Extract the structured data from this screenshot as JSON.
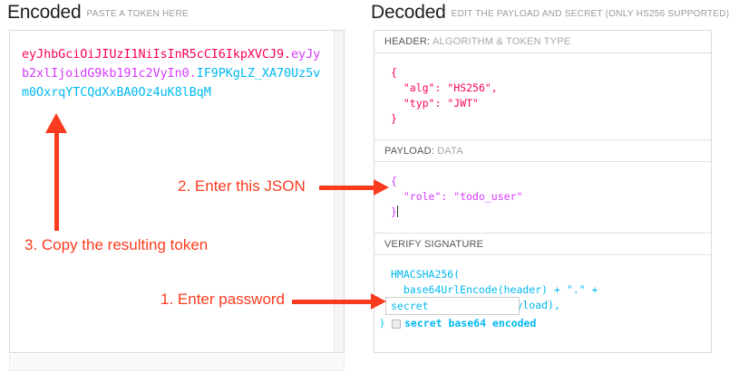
{
  "encoded": {
    "title": "Encoded",
    "subtitle": "PASTE A TOKEN HERE",
    "token": {
      "header": "eyJhbGciOiJIUzI1NiIsInR5cCI6IkpXVCJ9",
      "dot1": ".",
      "payload": "eyJyb2xlIjoidG9kb191c2VyIn0",
      "dot2": ".",
      "signature": "IF9PKgLZ_XA70Uz5vm0OxrqYTCQdXxBA0Oz4uK8lBqM",
      "full": "eyJhbGciOiJIUzI1NiIsInR5cCI6IkpXVCJ9.eyJyb2xlIjoidG9kb191c2VyIn0.IF9PKgLZ_XA70Uz5vm0OxrqYTCQdXxBA0Oz4uK8lBqM"
    }
  },
  "decoded": {
    "title": "Decoded",
    "subtitle": "EDIT THE PAYLOAD AND SECRET (ONLY HS256 SUPPORTED)",
    "header_section": {
      "label_strong": "HEADER:",
      "label_muted": "ALGORITHM & TOKEN TYPE",
      "code_open": "{",
      "code_line_1_key": "\"alg\"",
      "code_line_1_sep": ": ",
      "code_line_1_value": "\"HS256\",",
      "code_line_2_key": "\"typ\"",
      "code_line_2_sep": ": ",
      "code_line_2_value": "\"JWT\"",
      "code_close": "}"
    },
    "payload_section": {
      "label_strong": "PAYLOAD:",
      "label_muted": "DATA",
      "code_open": "{",
      "code_line_1_key": "\"role\"",
      "code_line_1_sep": ": ",
      "code_line_1_value": "\"todo_user\"",
      "code_close": "}"
    },
    "verify_section": {
      "label_strong": "VERIFY SIGNATURE",
      "label_muted": "",
      "line_1": "HMACSHA256(",
      "line_2": "  base64UrlEncode(header) + \".\" +",
      "line_3": "  base64UrlEncode(payload),",
      "closing_paren": ")",
      "secret_value": "secret",
      "secret_placeholder": "secret",
      "base64_label": "secret base64 encoded",
      "base64_checked": false
    }
  },
  "annotations": [
    {
      "id": "step-1",
      "text": "1. Enter password",
      "direction": "right"
    },
    {
      "id": "step-2",
      "text": "2. Enter this JSON",
      "direction": "right"
    },
    {
      "id": "step-3",
      "text": "3. Copy the resulting token",
      "direction": "up"
    }
  ],
  "colors": {
    "header_segment": "#fb015b",
    "payload_segment": "#d63aff",
    "signature_segment": "#00b9f1",
    "annotation_red": "#fb3b1e",
    "panel_border": "#d9d9d9",
    "label_muted": "#a8a8a8"
  }
}
